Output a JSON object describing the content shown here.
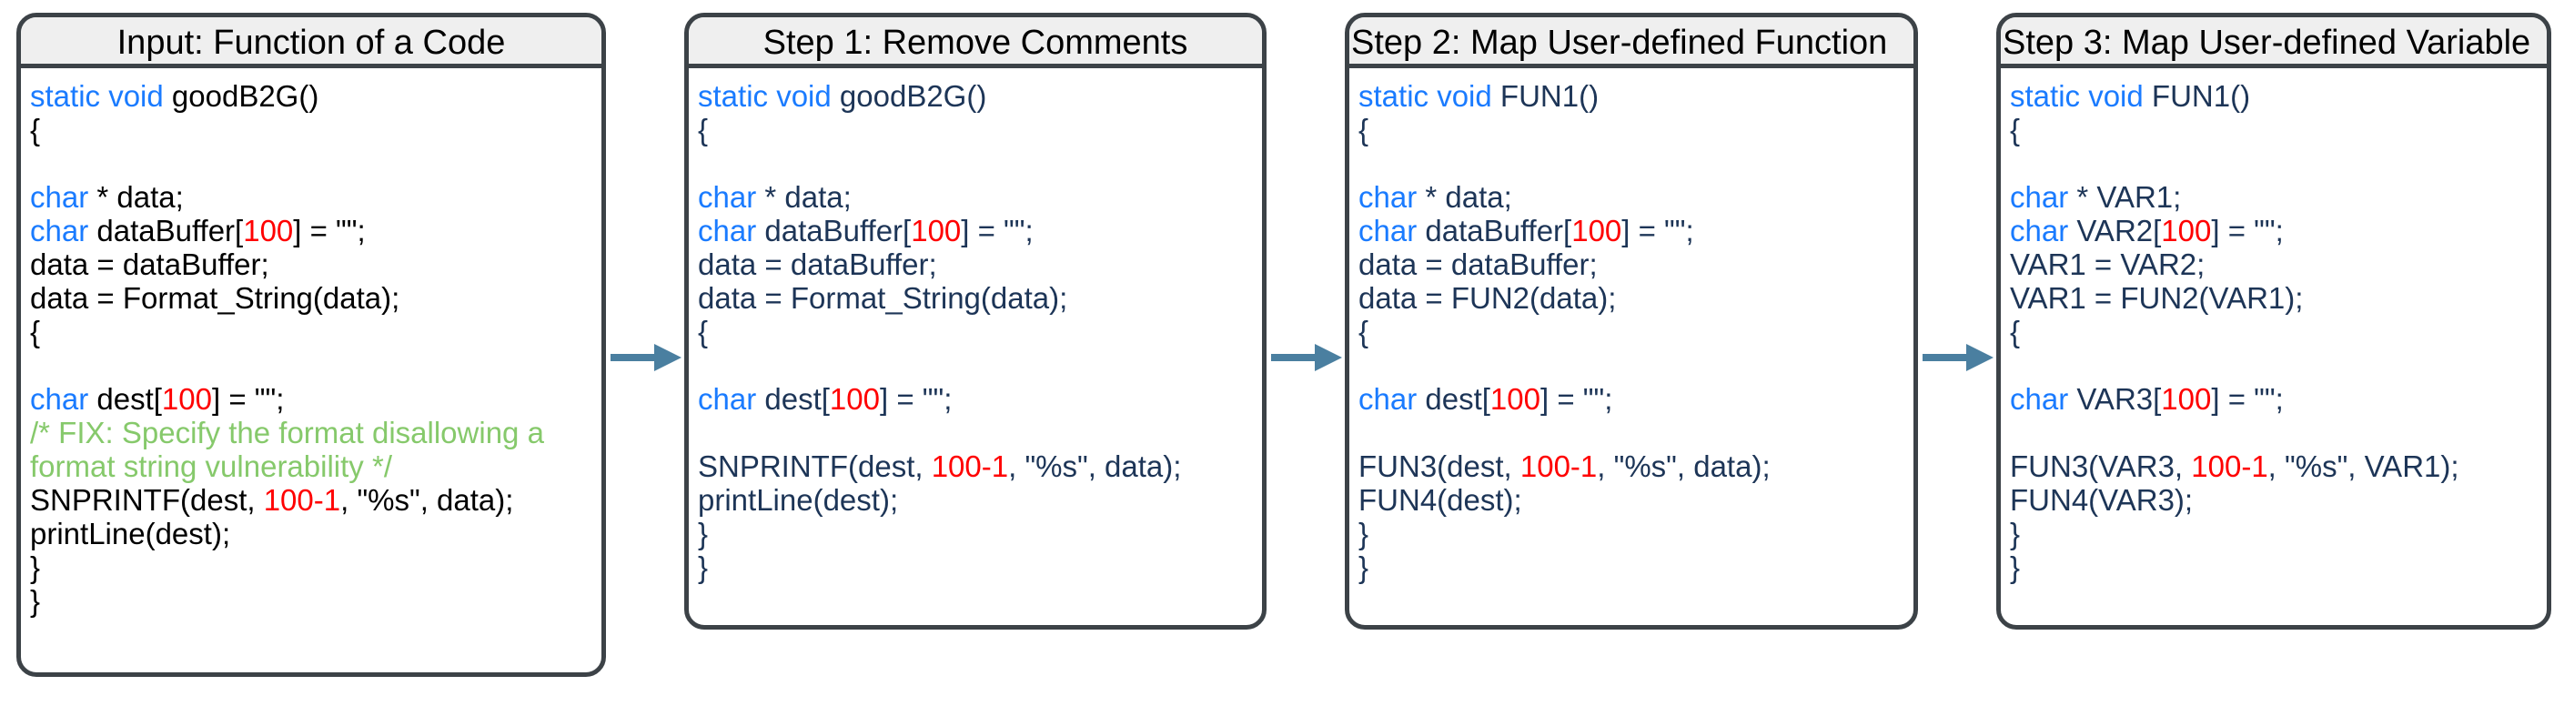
{
  "figure": {
    "title": "Code normalization pipeline",
    "arrow_color": "#4a7fa0",
    "border_color": "#3c4247",
    "title_bar_color": "#efefef",
    "keyword_color": "#1a7bff",
    "number_color": "#ff0000",
    "comment_color": "#86c96b",
    "code_color_input": "#000000",
    "code_color_steps": "#1d3557"
  },
  "panels": [
    {
      "id": "input",
      "title": "Input: Function of a Code",
      "title_align": "center",
      "lines": [
        [
          {
            "t": "static void ",
            "c": "kw"
          },
          {
            "t": "goodB2G()",
            "c": ""
          }
        ],
        [
          {
            "t": "{",
            "c": ""
          }
        ],
        [
          {
            "t": "",
            "c": ""
          }
        ],
        [
          {
            "t": "char",
            "c": "kw"
          },
          {
            "t": " * data;",
            "c": ""
          }
        ],
        [
          {
            "t": "char",
            "c": "kw"
          },
          {
            "t": " dataBuffer[",
            "c": ""
          },
          {
            "t": "100",
            "c": "num"
          },
          {
            "t": "] = \"\";",
            "c": ""
          }
        ],
        [
          {
            "t": "data = dataBuffer;",
            "c": ""
          }
        ],
        [
          {
            "t": "data = Format_String(data);",
            "c": ""
          }
        ],
        [
          {
            "t": "{",
            "c": ""
          }
        ],
        [
          {
            "t": "",
            "c": ""
          }
        ],
        [
          {
            "t": "char",
            "c": "kw"
          },
          {
            "t": " dest[",
            "c": ""
          },
          {
            "t": "100",
            "c": "num"
          },
          {
            "t": "] = \"\";",
            "c": ""
          }
        ],
        [
          {
            "t": "/* FIX: Specify the format disallowing a",
            "c": "cmt"
          }
        ],
        [
          {
            "t": "format string vulnerability */",
            "c": "cmt"
          }
        ],
        [
          {
            "t": "SNPRINTF(dest, ",
            "c": ""
          },
          {
            "t": "100-1",
            "c": "num"
          },
          {
            "t": ", \"%s\", data);",
            "c": ""
          }
        ],
        [
          {
            "t": "printLine(dest);",
            "c": ""
          }
        ],
        [
          {
            "t": "}",
            "c": ""
          }
        ],
        [
          {
            "t": "}",
            "c": ""
          }
        ]
      ]
    },
    {
      "id": "step1",
      "title": "Step 1: Remove Comments",
      "title_align": "center",
      "lines": [
        [
          {
            "t": "static void ",
            "c": "kw"
          },
          {
            "t": "goodB2G()",
            "c": ""
          }
        ],
        [
          {
            "t": "{",
            "c": ""
          }
        ],
        [
          {
            "t": "",
            "c": ""
          }
        ],
        [
          {
            "t": "char",
            "c": "kw"
          },
          {
            "t": " * data;",
            "c": ""
          }
        ],
        [
          {
            "t": "char",
            "c": "kw"
          },
          {
            "t": " dataBuffer[",
            "c": ""
          },
          {
            "t": "100",
            "c": "num"
          },
          {
            "t": "] = \"\";",
            "c": ""
          }
        ],
        [
          {
            "t": "data = dataBuffer;",
            "c": ""
          }
        ],
        [
          {
            "t": "data = Format_String(data);",
            "c": ""
          }
        ],
        [
          {
            "t": "{",
            "c": ""
          }
        ],
        [
          {
            "t": "",
            "c": ""
          }
        ],
        [
          {
            "t": "char",
            "c": "kw"
          },
          {
            "t": " dest[",
            "c": ""
          },
          {
            "t": "100",
            "c": "num"
          },
          {
            "t": "] = \"\";",
            "c": ""
          }
        ],
        [
          {
            "t": "",
            "c": ""
          }
        ],
        [
          {
            "t": "SNPRINTF(dest, ",
            "c": ""
          },
          {
            "t": "100-1",
            "c": "num"
          },
          {
            "t": ", \"%s\", data);",
            "c": ""
          }
        ],
        [
          {
            "t": "printLine(dest);",
            "c": ""
          }
        ],
        [
          {
            "t": "}",
            "c": ""
          }
        ],
        [
          {
            "t": "}",
            "c": ""
          }
        ]
      ]
    },
    {
      "id": "step2",
      "title": "Step 2: Map User-defined Function",
      "title_align": "left",
      "lines": [
        [
          {
            "t": "static void ",
            "c": "kw"
          },
          {
            "t": "FUN1()",
            "c": ""
          }
        ],
        [
          {
            "t": "{",
            "c": ""
          }
        ],
        [
          {
            "t": "",
            "c": ""
          }
        ],
        [
          {
            "t": "char",
            "c": "kw"
          },
          {
            "t": " * data;",
            "c": ""
          }
        ],
        [
          {
            "t": "char",
            "c": "kw"
          },
          {
            "t": " dataBuffer[",
            "c": ""
          },
          {
            "t": "100",
            "c": "num"
          },
          {
            "t": "] = \"\";",
            "c": ""
          }
        ],
        [
          {
            "t": "data = dataBuffer;",
            "c": ""
          }
        ],
        [
          {
            "t": "data = FUN2(data);",
            "c": ""
          }
        ],
        [
          {
            "t": "{",
            "c": ""
          }
        ],
        [
          {
            "t": "",
            "c": ""
          }
        ],
        [
          {
            "t": "char",
            "c": "kw"
          },
          {
            "t": " dest[",
            "c": ""
          },
          {
            "t": "100",
            "c": "num"
          },
          {
            "t": "] = \"\";",
            "c": ""
          }
        ],
        [
          {
            "t": "",
            "c": ""
          }
        ],
        [
          {
            "t": "FUN3(dest, ",
            "c": ""
          },
          {
            "t": "100-1",
            "c": "num"
          },
          {
            "t": ", \"%s\", data);",
            "c": ""
          }
        ],
        [
          {
            "t": "FUN4(dest);",
            "c": ""
          }
        ],
        [
          {
            "t": "}",
            "c": ""
          }
        ],
        [
          {
            "t": "}",
            "c": ""
          }
        ]
      ]
    },
    {
      "id": "step3",
      "title": "Step 3: Map User-defined Variable",
      "title_align": "left",
      "lines": [
        [
          {
            "t": "static void ",
            "c": "kw"
          },
          {
            "t": "FUN1()",
            "c": ""
          }
        ],
        [
          {
            "t": "{",
            "c": ""
          }
        ],
        [
          {
            "t": "",
            "c": ""
          }
        ],
        [
          {
            "t": "char",
            "c": "kw"
          },
          {
            "t": " * VAR1;",
            "c": ""
          }
        ],
        [
          {
            "t": "char",
            "c": "kw"
          },
          {
            "t": " VAR2[",
            "c": ""
          },
          {
            "t": "100",
            "c": "num"
          },
          {
            "t": "] = \"\";",
            "c": ""
          }
        ],
        [
          {
            "t": "VAR1 = VAR2;",
            "c": ""
          }
        ],
        [
          {
            "t": "VAR1 = FUN2(VAR1);",
            "c": ""
          }
        ],
        [
          {
            "t": "{",
            "c": ""
          }
        ],
        [
          {
            "t": "",
            "c": ""
          }
        ],
        [
          {
            "t": "char",
            "c": "kw"
          },
          {
            "t": " VAR3[",
            "c": ""
          },
          {
            "t": "100",
            "c": "num"
          },
          {
            "t": "] = \"\";",
            "c": ""
          }
        ],
        [
          {
            "t": "",
            "c": ""
          }
        ],
        [
          {
            "t": "FUN3(VAR3, ",
            "c": ""
          },
          {
            "t": "100-1",
            "c": "num"
          },
          {
            "t": ", \"%s\", VAR1);",
            "c": ""
          }
        ],
        [
          {
            "t": "FUN4(VAR3);",
            "c": ""
          }
        ],
        [
          {
            "t": "}",
            "c": ""
          }
        ],
        [
          {
            "t": "}",
            "c": ""
          }
        ]
      ]
    }
  ],
  "arrows": [
    {
      "from": "input",
      "to": "step1"
    },
    {
      "from": "step1",
      "to": "step2"
    },
    {
      "from": "step2",
      "to": "step3"
    }
  ]
}
